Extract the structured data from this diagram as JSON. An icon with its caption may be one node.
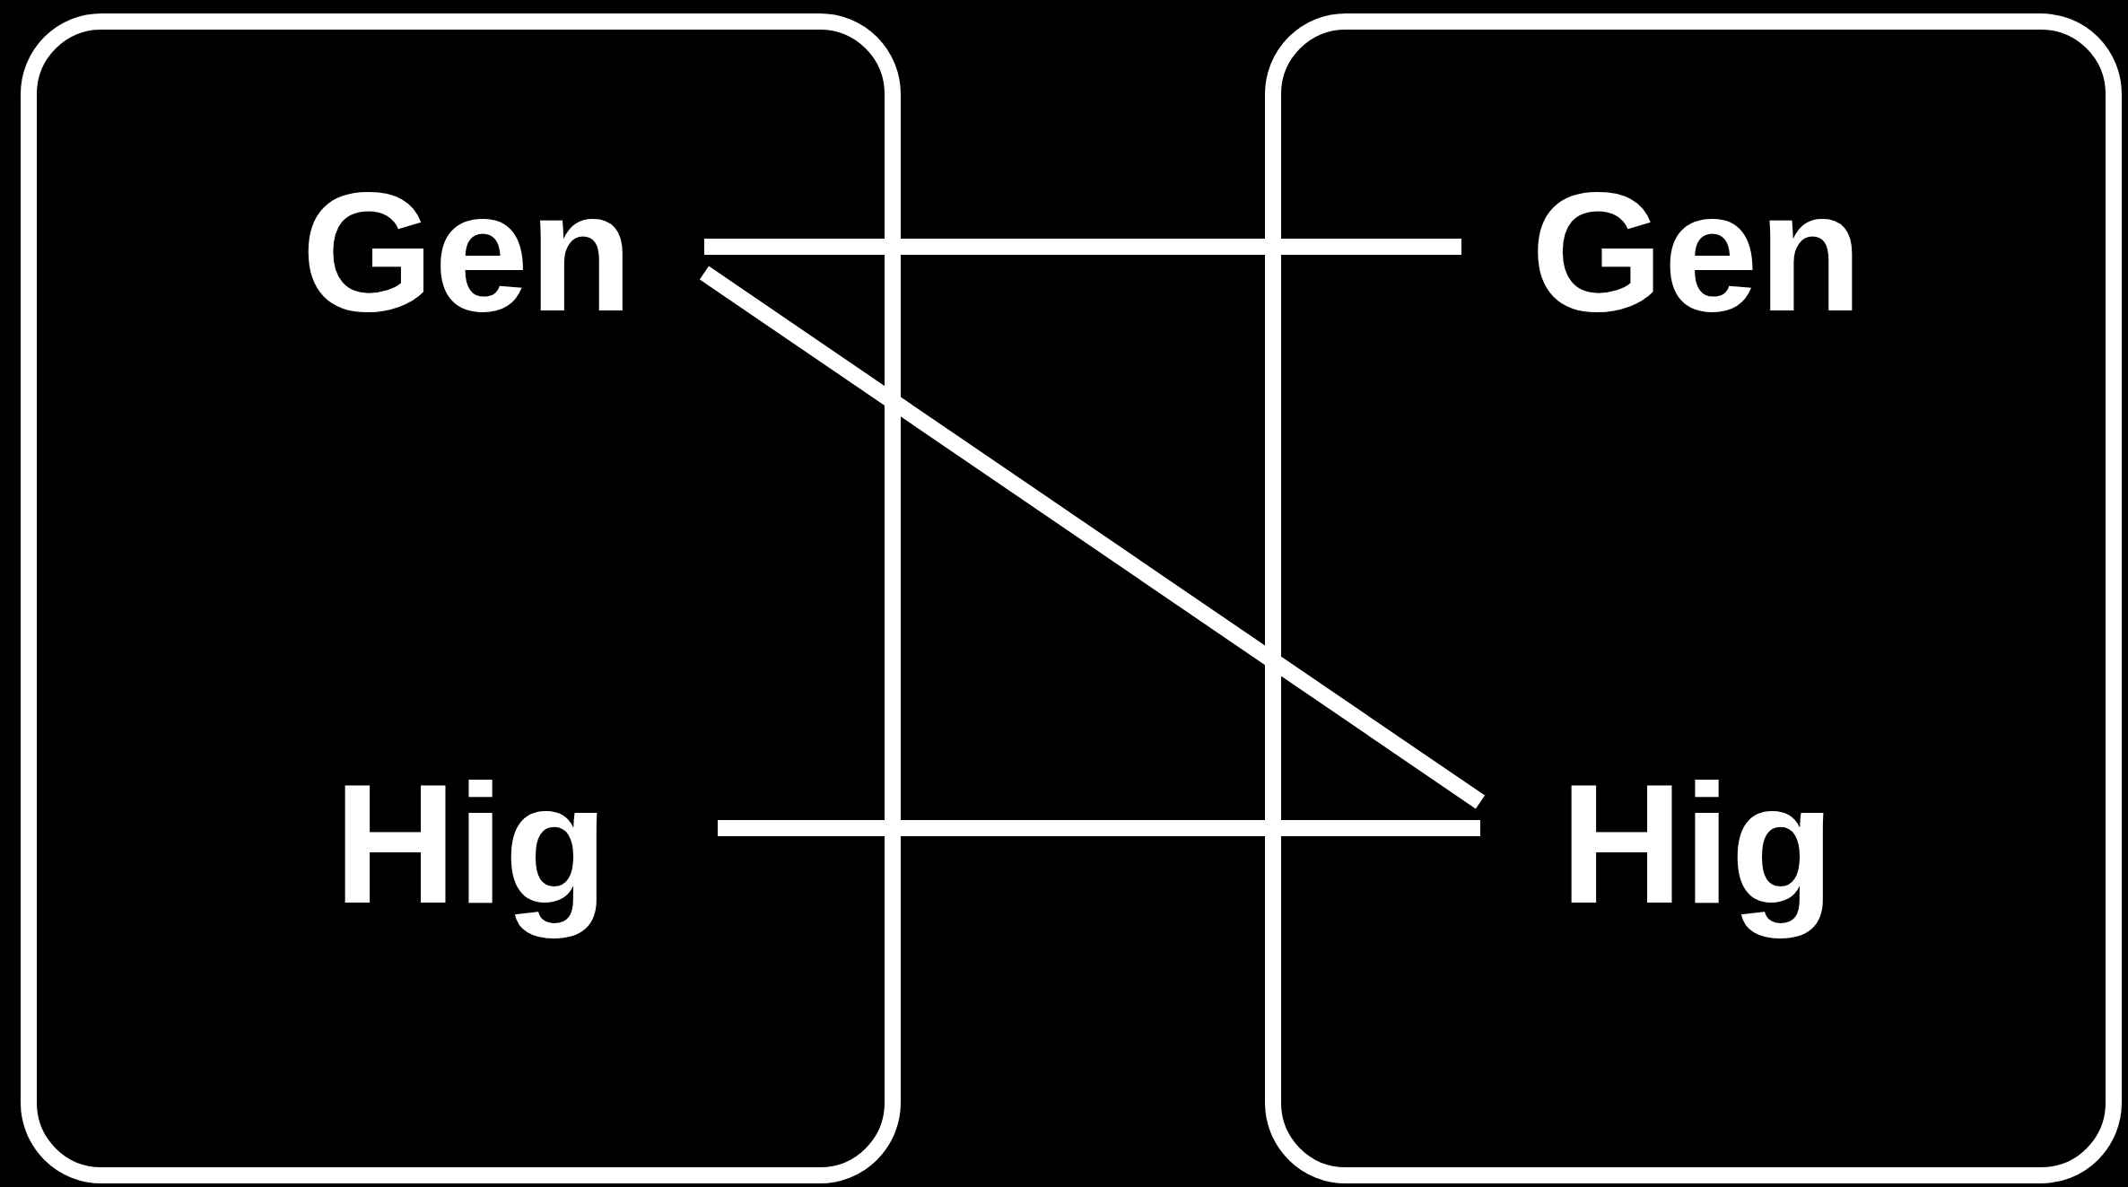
{
  "diagram": {
    "nodes": [
      {
        "text": [],
        "shape": "box"
      },
      {
        "text": [
          "Gen"
        ],
        "in": 0
      },
      {
        "text": [
          "Hig"
        ],
        "in": 0
      },
      {
        "text": [],
        "shape": "box"
      },
      {
        "text": [
          "Gen"
        ],
        "in": 3
      },
      {
        "text": [
          "Hig"
        ],
        "in": 3
      }
    ],
    "edges": [
      {
        "from": 1,
        "to": 4,
        "arrow": "none"
      },
      {
        "from": 1,
        "to": 5,
        "arrow": "none"
      },
      {
        "from": 2,
        "to": 5,
        "arrow": "none"
      }
    ]
  }
}
